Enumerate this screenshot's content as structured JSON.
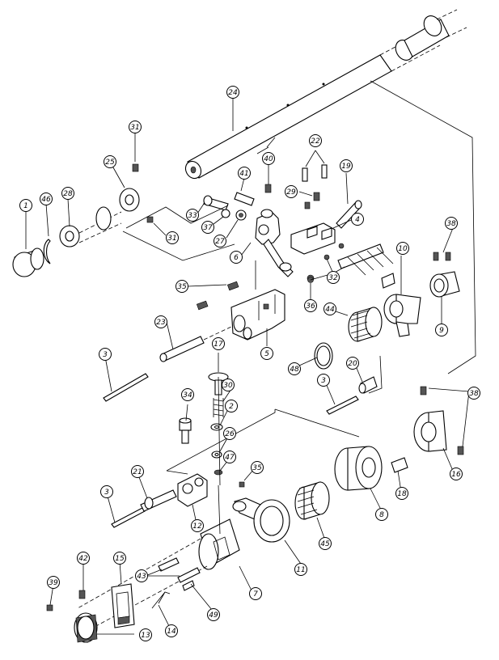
{
  "parts": [
    {
      "label": "1"
    },
    {
      "label": "46"
    },
    {
      "label": "28"
    },
    {
      "label": "25"
    },
    {
      "label": "31"
    },
    {
      "label": "24"
    },
    {
      "label": "31"
    },
    {
      "label": "33"
    },
    {
      "label": "41"
    },
    {
      "label": "40"
    },
    {
      "label": "37"
    },
    {
      "label": "27"
    },
    {
      "label": "6"
    },
    {
      "label": "22"
    },
    {
      "label": "19"
    },
    {
      "label": "29"
    },
    {
      "label": "4"
    },
    {
      "label": "32"
    },
    {
      "label": "10"
    },
    {
      "label": "38"
    },
    {
      "label": "9"
    },
    {
      "label": "35"
    },
    {
      "label": "36"
    },
    {
      "label": "44"
    },
    {
      "label": "23"
    },
    {
      "label": "5"
    },
    {
      "label": "3"
    },
    {
      "label": "17"
    },
    {
      "label": "48"
    },
    {
      "label": "20"
    },
    {
      "label": "3"
    },
    {
      "label": "30"
    },
    {
      "label": "34"
    },
    {
      "label": "2"
    },
    {
      "label": "26"
    },
    {
      "label": "38"
    },
    {
      "label": "47"
    },
    {
      "label": "21"
    },
    {
      "label": "35"
    },
    {
      "label": "16"
    },
    {
      "label": "3"
    },
    {
      "label": "12"
    },
    {
      "label": "18"
    },
    {
      "label": "8"
    },
    {
      "label": "45"
    },
    {
      "label": "11"
    },
    {
      "label": "39"
    },
    {
      "label": "42"
    },
    {
      "label": "15"
    },
    {
      "label": "43"
    },
    {
      "label": "7"
    },
    {
      "label": "49"
    },
    {
      "label": "14"
    },
    {
      "label": "13"
    }
  ]
}
